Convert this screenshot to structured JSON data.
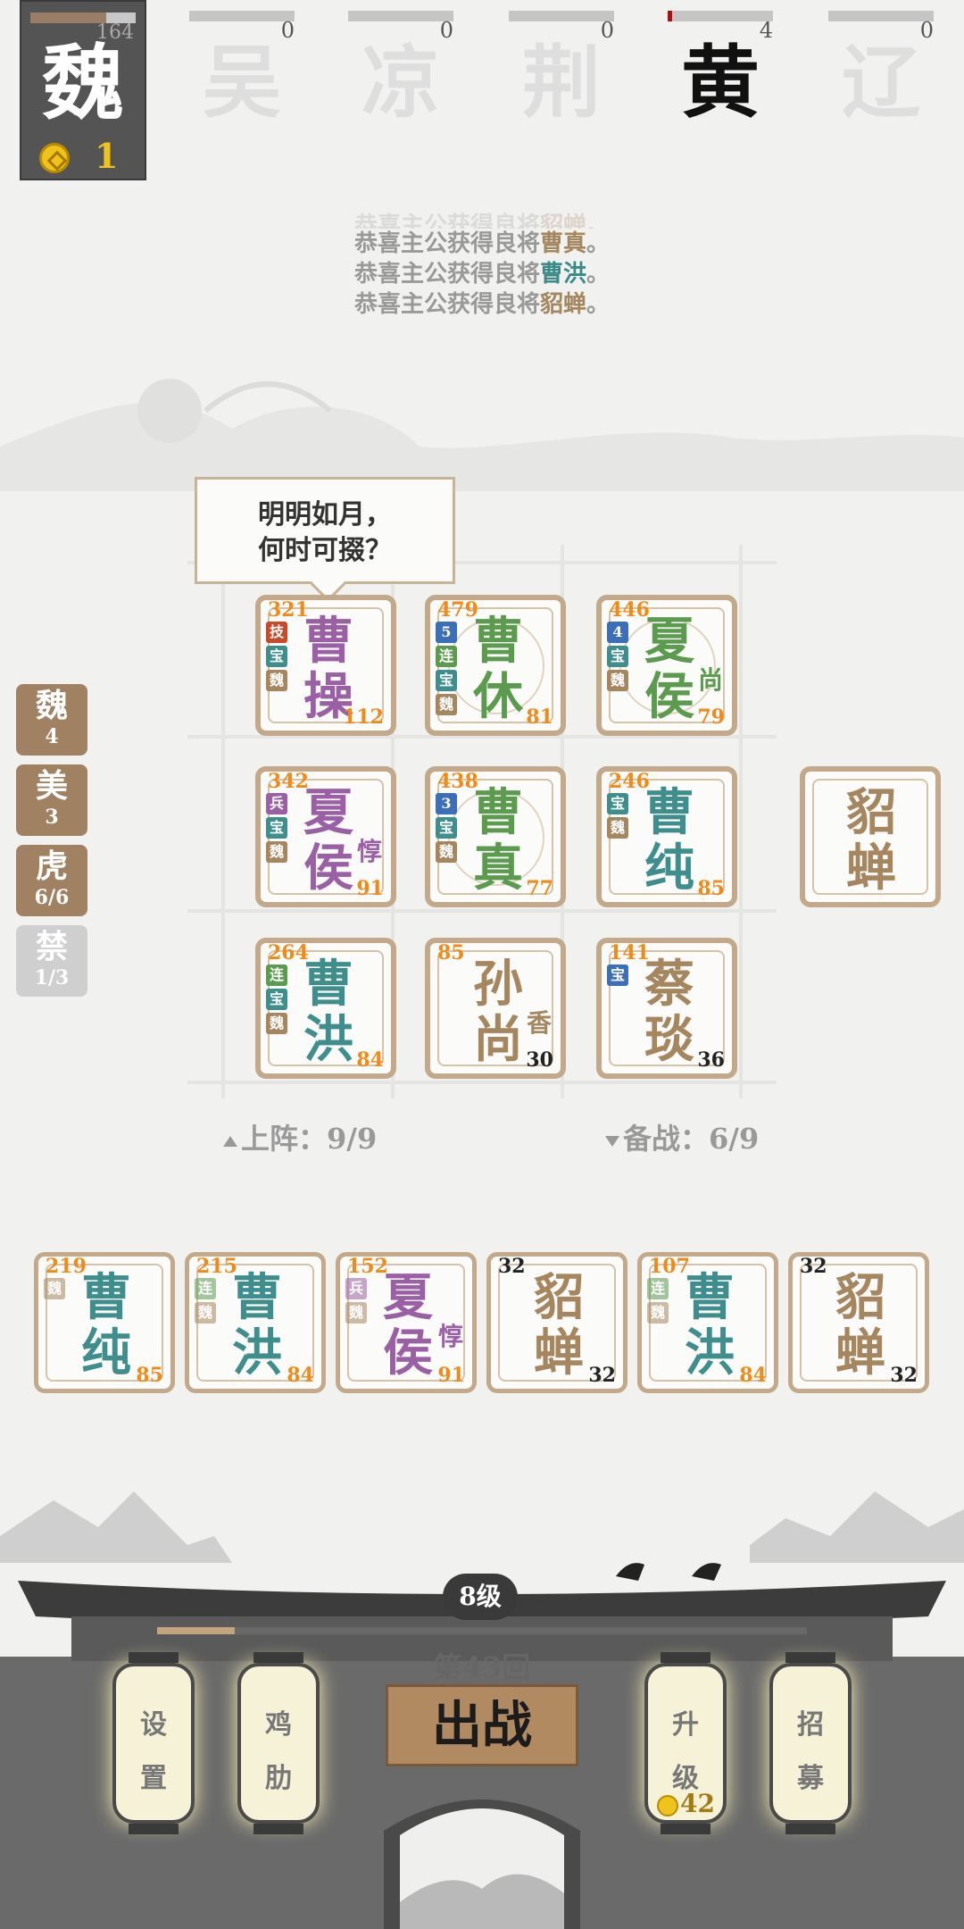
{
  "player": {
    "faction": "魏",
    "points": "164",
    "gold": "1",
    "hp_fraction": 0.72
  },
  "rivals": [
    {
      "name": "吴",
      "score": "0",
      "hp_fraction": 0
    },
    {
      "name": "凉",
      "score": "0",
      "hp_fraction": 0
    },
    {
      "name": "荆",
      "score": "0",
      "hp_fraction": 0
    },
    {
      "name": "黄",
      "score": "4",
      "hp_fraction": 0.04
    },
    {
      "name": "辽",
      "score": "0",
      "hp_fraction": 0
    }
  ],
  "log": {
    "faded": {
      "prefix": "恭喜主公获得良将",
      "name": "貂蝉",
      "end": "。"
    },
    "lines": [
      {
        "prefix": "恭喜主公获得良将",
        "name": "曹真",
        "end": "。"
      },
      {
        "prefix": "恭喜主公获得良将",
        "name": "曹洪",
        "end": "。"
      },
      {
        "prefix": "恭喜主公获得良将",
        "name": "貂蝉",
        "end": "。"
      }
    ]
  },
  "bubble": {
    "line1": "明明如月，",
    "line2": "何时可掇？"
  },
  "side_counters": [
    {
      "label": "魏",
      "value": "4"
    },
    {
      "label": "美",
      "value": "3"
    },
    {
      "label": "虎",
      "value": "6/6"
    },
    {
      "label": "禁",
      "value": "1/3"
    }
  ],
  "board": [
    {
      "n1": "曹",
      "n2": "操",
      "lvl": "321",
      "atk": "112",
      "color": "purple",
      "tags": [
        {
          "t": "技",
          "c": "red"
        },
        {
          "t": "宝",
          "c": "teal"
        },
        {
          "t": "魏",
          "c": "gold"
        }
      ]
    },
    {
      "n1": "曹",
      "n2": "休",
      "lvl": "479",
      "atk": "81",
      "color": "green",
      "tags": [
        {
          "t": "5",
          "c": "blue"
        },
        {
          "t": "连",
          "c": "green"
        },
        {
          "t": "宝",
          "c": "teal"
        },
        {
          "t": "魏",
          "c": "gold"
        }
      ]
    },
    {
      "n1": "夏",
      "n2": "侯",
      "suffix": "尚",
      "lvl": "446",
      "atk": "79",
      "color": "green",
      "tags": [
        {
          "t": "4",
          "c": "blue"
        },
        {
          "t": "宝",
          "c": "teal"
        },
        {
          "t": "魏",
          "c": "gold"
        }
      ]
    },
    {
      "n1": "夏",
      "n2": "侯",
      "suffix": "惇",
      "lvl": "342",
      "atk": "91",
      "color": "purple",
      "tags": [
        {
          "t": "兵",
          "c": "purple"
        },
        {
          "t": "宝",
          "c": "teal"
        },
        {
          "t": "魏",
          "c": "gold"
        }
      ]
    },
    {
      "n1": "曹",
      "n2": "真",
      "lvl": "438",
      "atk": "77",
      "color": "green",
      "tags": [
        {
          "t": "3",
          "c": "blue"
        },
        {
          "t": "宝",
          "c": "teal"
        },
        {
          "t": "魏",
          "c": "gold"
        }
      ]
    },
    {
      "n1": "曹",
      "n2": "纯",
      "lvl": "246",
      "atk": "85",
      "color": "teal",
      "tags": [
        {
          "t": "宝",
          "c": "teal"
        },
        {
          "t": "魏",
          "c": "gold"
        }
      ]
    },
    {
      "n1": "曹",
      "n2": "洪",
      "lvl": "264",
      "atk": "84",
      "color": "teal",
      "tags": [
        {
          "t": "连",
          "c": "green"
        },
        {
          "t": "宝",
          "c": "teal"
        },
        {
          "t": "魏",
          "c": "gold"
        }
      ]
    },
    {
      "n1": "孙",
      "n2": "尚",
      "suffix": "香",
      "lvl": "85",
      "atk": "30",
      "color": "gold",
      "tags": []
    },
    {
      "n1": "蔡",
      "n2": "琰",
      "lvl": "141",
      "atk": "36",
      "color": "gold",
      "tags": [
        {
          "t": "宝",
          "c": "blue"
        }
      ]
    }
  ],
  "extra_card": {
    "n1": "貂",
    "n2": "蝉"
  },
  "status": {
    "deploy": "上阵：9/9",
    "reserve": "备战：6/9"
  },
  "bench": [
    {
      "n1": "曹",
      "n2": "纯",
      "lvl": "219",
      "atk": "85",
      "color": "teal",
      "tags": [
        {
          "t": "魏",
          "c": "gold"
        }
      ]
    },
    {
      "n1": "曹",
      "n2": "洪",
      "lvl": "215",
      "atk": "84",
      "color": "teal",
      "tags": [
        {
          "t": "连",
          "c": "green"
        },
        {
          "t": "魏",
          "c": "gold"
        }
      ]
    },
    {
      "n1": "夏",
      "n2": "侯",
      "suffix": "惇",
      "lvl": "152",
      "atk": "91",
      "color": "purple",
      "tags": [
        {
          "t": "兵",
          "c": "purple"
        },
        {
          "t": "魏",
          "c": "gold"
        }
      ]
    },
    {
      "n1": "貂",
      "n2": "蝉",
      "lvl": "32",
      "atk": "32",
      "color": "gold",
      "tags": [],
      "dark": true
    },
    {
      "n1": "曹",
      "n2": "洪",
      "lvl": "107",
      "atk": "84",
      "color": "teal",
      "tags": [
        {
          "t": "连",
          "c": "green"
        },
        {
          "t": "魏",
          "c": "gold"
        }
      ]
    },
    {
      "n1": "貂",
      "n2": "蝉",
      "lvl": "32",
      "atk": "32",
      "color": "gold",
      "tags": [],
      "dark": true
    }
  ],
  "footer": {
    "level": "8级",
    "xp_fraction": 0.12,
    "round": "第43回",
    "battle": "出战",
    "settings": [
      "设",
      "置"
    ],
    "chicken": [
      "鸡",
      "肋"
    ],
    "upgrade": [
      "升",
      "级"
    ],
    "upgrade_cost": "42",
    "recruit": [
      "招",
      "募"
    ]
  },
  "colors": {
    "accent": "#a08162",
    "coin": "#f0c21c"
  }
}
